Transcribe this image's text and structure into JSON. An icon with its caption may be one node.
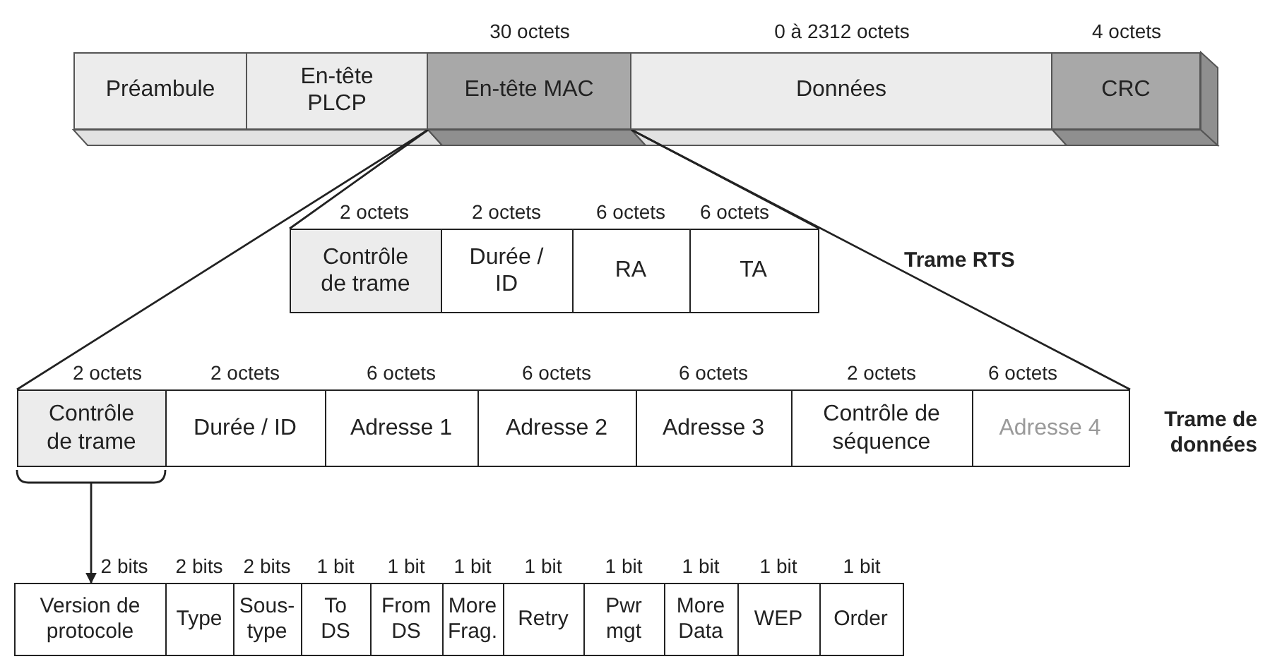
{
  "diagram": {
    "nodes": [
      {
        "text": [
          "Préambule"
        ]
      },
      {
        "text": [
          "En-tête PLCP"
        ]
      },
      {
        "text": [
          "En-tête MAC"
        ],
        "beside": [
          "30 octets"
        ]
      },
      {
        "text": [
          "Données"
        ],
        "beside": [
          "0 à 2312 octets"
        ]
      },
      {
        "text": [
          "CRC"
        ],
        "beside": [
          "4 octets"
        ]
      },
      {
        "text": [],
        "shape": "box",
        "beside": [
          "Trame RTS"
        ]
      },
      {
        "text": [
          "Contrôle de trame"
        ],
        "in": 5,
        "beside": [
          "2 octets"
        ]
      },
      {
        "text": [
          "Durée / ID"
        ],
        "in": 5,
        "beside": [
          "2 octets"
        ]
      },
      {
        "text": [
          "RA"
        ],
        "in": 5,
        "beside": [
          "6 octets"
        ]
      },
      {
        "text": [
          "TA"
        ],
        "in": 5,
        "beside": [
          "6 octets"
        ]
      },
      {
        "text": [],
        "shape": "box",
        "beside": [
          "Trame de données"
        ]
      },
      {
        "text": [
          "Contrôle de trame"
        ],
        "in": 10,
        "beside": [
          "2 octets"
        ]
      },
      {
        "text": [
          "Durée / ID"
        ],
        "in": 10,
        "beside": [
          "2 octets"
        ]
      },
      {
        "text": [
          "Adresse 1"
        ],
        "in": 10,
        "beside": [
          "6 octets"
        ]
      },
      {
        "text": [
          "Adresse 2"
        ],
        "in": 10,
        "beside": [
          "6 octets"
        ]
      },
      {
        "text": [
          "Adresse 3"
        ],
        "in": 10,
        "beside": [
          "6 octets"
        ]
      },
      {
        "text": [
          "Contrôle de séquence"
        ],
        "in": 10,
        "beside": [
          "2 octets"
        ]
      },
      {
        "text": [
          "Adresse 4"
        ],
        "in": 10,
        "beside": [
          "6 octets"
        ]
      },
      {
        "text": [],
        "shape": "box"
      },
      {
        "text": [
          "Version de protocole"
        ],
        "in": 18,
        "beside": [
          "2 bits"
        ]
      },
      {
        "text": [
          "Type"
        ],
        "in": 18,
        "beside": [
          "2 bits"
        ]
      },
      {
        "text": [
          "Sous-type"
        ],
        "in": 18,
        "beside": [
          "2 bits"
        ]
      },
      {
        "text": [
          "To DS"
        ],
        "in": 18,
        "beside": [
          "1 bit"
        ]
      },
      {
        "text": [
          "From DS"
        ],
        "in": 18,
        "beside": [
          "1 bit"
        ]
      },
      {
        "text": [
          "More Frag."
        ],
        "in": 18,
        "beside": [
          "1 bit"
        ]
      },
      {
        "text": [
          "Retry"
        ],
        "in": 18,
        "beside": [
          "1 bit"
        ]
      },
      {
        "text": [
          "Pwr mgt"
        ],
        "in": 18,
        "beside": [
          "1 bit"
        ]
      },
      {
        "text": [
          "More Data"
        ],
        "in": 18,
        "beside": [
          "1 bit"
        ]
      },
      {
        "text": [
          "WEP"
        ],
        "in": 18,
        "beside": [
          "1 bit"
        ]
      },
      {
        "text": [
          "Order"
        ],
        "in": 18,
        "beside": [
          "1 bit"
        ]
      }
    ],
    "edges": [
      {
        "from": 2,
        "to": 5,
        "arrow": "none"
      },
      {
        "from": 2,
        "to": 10,
        "arrow": "none"
      },
      {
        "from": 11,
        "to": 18,
        "arrow": "to"
      }
    ]
  }
}
